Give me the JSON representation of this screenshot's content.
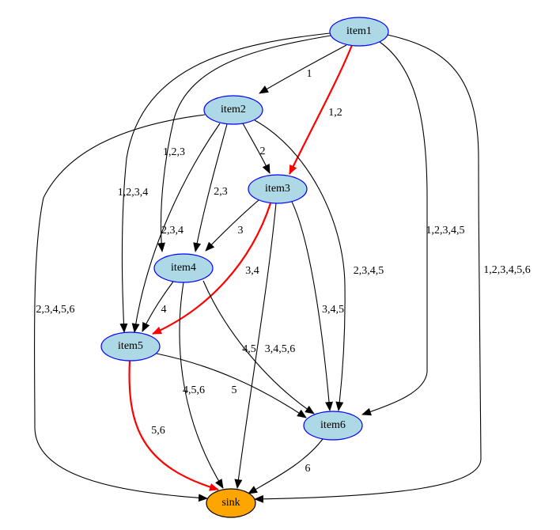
{
  "nodes": [
    {
      "id": "item1",
      "label": "item1",
      "fill": "#add8e6",
      "stroke": "#0000ff"
    },
    {
      "id": "item2",
      "label": "item2",
      "fill": "#add8e6",
      "stroke": "#0000ff"
    },
    {
      "id": "item3",
      "label": "item3",
      "fill": "#add8e6",
      "stroke": "#0000ff"
    },
    {
      "id": "item4",
      "label": "item4",
      "fill": "#add8e6",
      "stroke": "#0000ff"
    },
    {
      "id": "item5",
      "label": "item5",
      "fill": "#add8e6",
      "stroke": "#0000ff"
    },
    {
      "id": "item6",
      "label": "item6",
      "fill": "#add8e6",
      "stroke": "#0000ff"
    },
    {
      "id": "sink",
      "label": "sink",
      "fill": "#ffa500",
      "stroke": "#000000"
    }
  ],
  "edges": [
    {
      "id": "e-item1-item2",
      "from": "item1",
      "to": "item2",
      "label": "1",
      "highlight": false
    },
    {
      "id": "e-item1-item3",
      "from": "item1",
      "to": "item3",
      "label": "1,2",
      "highlight": true
    },
    {
      "id": "e-item1-item4",
      "from": "item1",
      "to": "item4",
      "label": "1,2,3",
      "highlight": false
    },
    {
      "id": "e-item1-item5",
      "from": "item1",
      "to": "item5",
      "label": "1,2,3,4",
      "highlight": false
    },
    {
      "id": "e-item1-item6",
      "from": "item1",
      "to": "item6",
      "label": "1,2,3,4,5",
      "highlight": false
    },
    {
      "id": "e-item1-sink",
      "from": "item1",
      "to": "sink",
      "label": "1,2,3,4,5,6",
      "highlight": false
    },
    {
      "id": "e-item2-item3",
      "from": "item2",
      "to": "item3",
      "label": "2",
      "highlight": false
    },
    {
      "id": "e-item2-item4",
      "from": "item2",
      "to": "item4",
      "label": "2,3",
      "highlight": false
    },
    {
      "id": "e-item2-item5",
      "from": "item2",
      "to": "item5",
      "label": "2,3,4",
      "highlight": false
    },
    {
      "id": "e-item2-item6",
      "from": "item2",
      "to": "item6",
      "label": "2,3,4,5",
      "highlight": false
    },
    {
      "id": "e-item2-sink",
      "from": "item2",
      "to": "sink",
      "label": "2,3,4,5,6",
      "highlight": false
    },
    {
      "id": "e-item3-item4",
      "from": "item3",
      "to": "item4",
      "label": "3",
      "highlight": false
    },
    {
      "id": "e-item3-item5",
      "from": "item3",
      "to": "item5",
      "label": "3,4",
      "highlight": true
    },
    {
      "id": "e-item3-item6",
      "from": "item3",
      "to": "item6",
      "label": "3,4,5",
      "highlight": false
    },
    {
      "id": "e-item3-sink",
      "from": "item3",
      "to": "sink",
      "label": "3,4,5,6",
      "highlight": false
    },
    {
      "id": "e-item4-item5",
      "from": "item4",
      "to": "item5",
      "label": "4",
      "highlight": false
    },
    {
      "id": "e-item4-item6",
      "from": "item4",
      "to": "item6",
      "label": "4,5",
      "highlight": false
    },
    {
      "id": "e-item4-sink",
      "from": "item4",
      "to": "sink",
      "label": "4,5,6",
      "highlight": false
    },
    {
      "id": "e-item5-item6",
      "from": "item5",
      "to": "item6",
      "label": "5",
      "highlight": false
    },
    {
      "id": "e-item5-sink",
      "from": "item5",
      "to": "sink",
      "label": "5,6",
      "highlight": true
    },
    {
      "id": "e-item6-sink",
      "from": "item6",
      "to": "sink",
      "label": "6",
      "highlight": false
    }
  ],
  "colors": {
    "edge": "#000000",
    "highlight_edge": "#ff0000"
  }
}
